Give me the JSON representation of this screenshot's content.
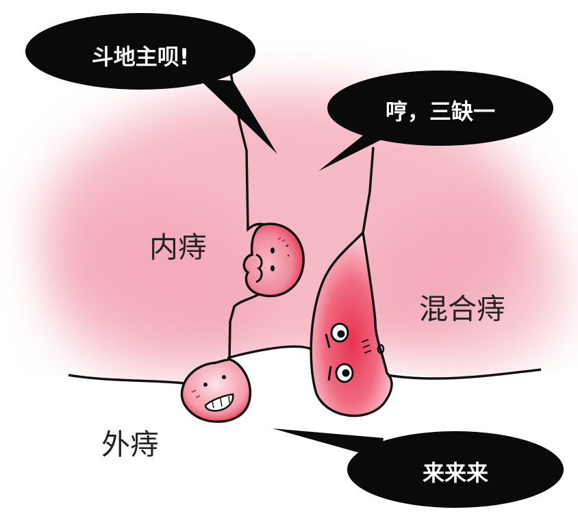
{
  "bubbles": {
    "top_left": "斗地主呗!",
    "top_right": "哼，三缺一",
    "bottom_right": "来来来"
  },
  "labels": {
    "internal": "内痔",
    "mixed": "混合痔",
    "external": "外痔"
  },
  "colors": {
    "background_pink": "#f3a3b3",
    "hemorrhoid_red": "#e8324f",
    "hemorrhoid_light": "#fbd3dc",
    "outline": "#111111",
    "bubble": "#0a0a0a",
    "bubble_text": "#ffffff"
  }
}
